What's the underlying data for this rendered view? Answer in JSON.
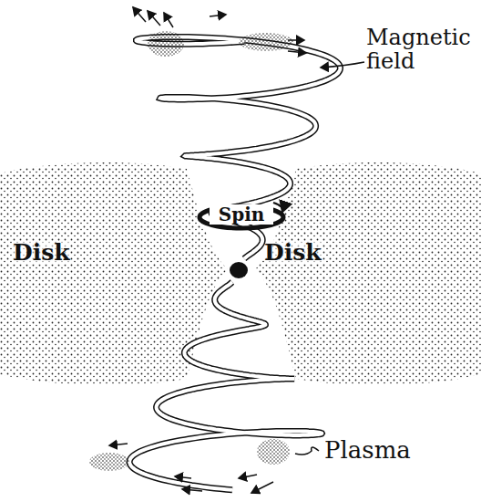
{
  "diagram": {
    "nodes": [
      {
        "text": [
          "Disk"
        ]
      },
      {
        "text": [
          "Disk"
        ]
      }
    ],
    "labels": [
      "Magnetic field",
      "Spin",
      "Plasma"
    ]
  }
}
